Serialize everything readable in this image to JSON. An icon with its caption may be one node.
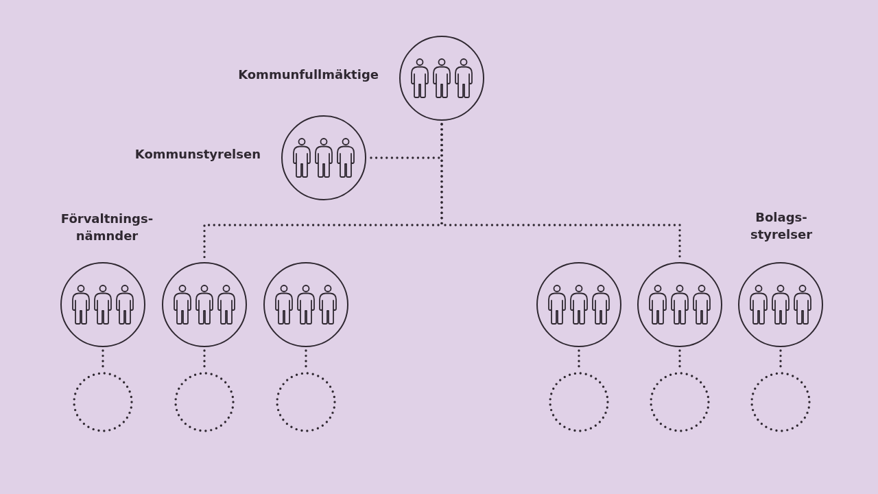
{
  "diagram": {
    "nodes": [
      {
        "text": [
          "Kommunfullmäktige"
        ]
      },
      {
        "text": [
          "Kommunstyrelsen"
        ]
      },
      {
        "text": [],
        "shape": "person"
      },
      {
        "text": [],
        "shape": "person"
      },
      {
        "text": [],
        "shape": "person"
      },
      {
        "text": [],
        "shape": "person"
      },
      {
        "text": [],
        "shape": "person"
      },
      {
        "text": [],
        "shape": "person"
      },
      {
        "text": [],
        "shape": "circle"
      },
      {
        "text": [],
        "shape": "circle"
      },
      {
        "text": [],
        "shape": "circle"
      },
      {
        "text": [],
        "shape": "circle"
      },
      {
        "text": [],
        "shape": "circle"
      },
      {
        "text": [],
        "shape": "circle"
      }
    ],
    "edges": [
      {
        "from": 0,
        "to": 1,
        "arrow": "none",
        "style": "dashed"
      },
      {
        "from": 0,
        "to": 3,
        "arrow": "none",
        "style": "dashed"
      },
      {
        "from": 0,
        "to": 6,
        "arrow": "none",
        "style": "dashed"
      },
      {
        "from": 2,
        "to": 8,
        "arrow": "none",
        "style": "dashed"
      },
      {
        "from": 3,
        "to": 9,
        "arrow": "none",
        "style": "dashed"
      },
      {
        "from": 4,
        "to": 10,
        "arrow": "none",
        "style": "dashed"
      },
      {
        "from": 5,
        "to": 11,
        "arrow": "none",
        "style": "dashed"
      },
      {
        "from": 6,
        "to": 12,
        "arrow": "none",
        "style": "dashed"
      },
      {
        "from": 7,
        "to": 13,
        "arrow": "none",
        "style": "dashed"
      }
    ],
    "labels": [
      "Förvaltnings- nämnder",
      "Bolags- styrelser"
    ]
  }
}
